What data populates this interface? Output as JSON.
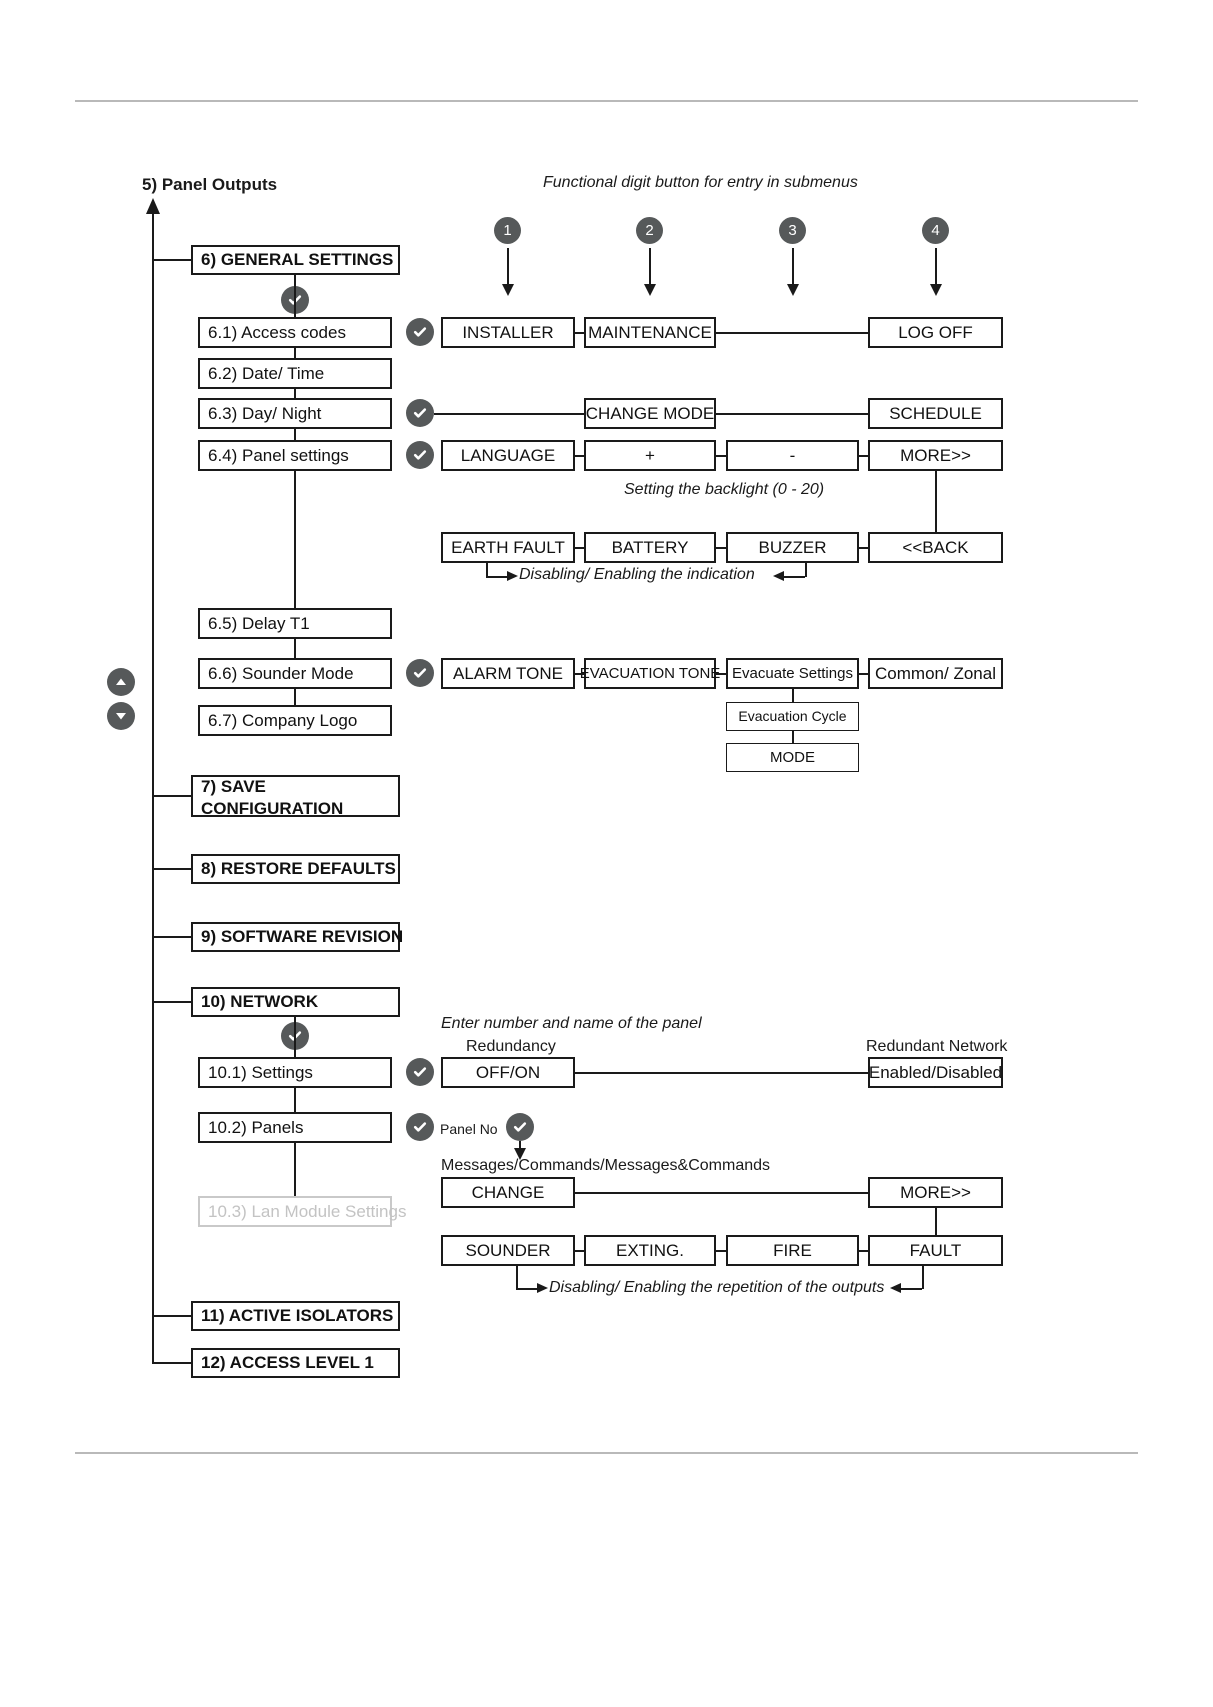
{
  "diagram": {
    "top_note": "5) Panel Outputs",
    "functional_note": "Functional digit button for entry in submenus",
    "digit_buttons": [
      "1",
      "2",
      "3",
      "4"
    ],
    "main_menu": [
      {
        "id": "m6",
        "label": "6) GENERAL SETTINGS"
      },
      {
        "id": "m7",
        "label": "7) SAVE\nCONFIGURATION",
        "line1": "7) SAVE",
        "line2": "CONFIGURATION"
      },
      {
        "id": "m8",
        "label": "8) RESTORE DEFAULTS"
      },
      {
        "id": "m9",
        "label": "9) SOFTWARE REVISION"
      },
      {
        "id": "m10",
        "label": "10) NETWORK"
      },
      {
        "id": "m11",
        "label": "11) ACTIVE ISOLATORS"
      },
      {
        "id": "m12",
        "label": "12) ACCESS LEVEL 1"
      }
    ],
    "general_settings_sub": [
      {
        "id": "s61",
        "label": "6.1) Access codes"
      },
      {
        "id": "s62",
        "label": "6.2) Date/ Time"
      },
      {
        "id": "s63",
        "label": "6.3) Day/ Night"
      },
      {
        "id": "s64",
        "label": "6.4) Panel settings"
      },
      {
        "id": "s65",
        "label": "6.5) Delay T1"
      },
      {
        "id": "s66",
        "label": "6.6) Sounder Mode"
      },
      {
        "id": "s67",
        "label": "6.7) Company Logo"
      }
    ],
    "network_sub": [
      {
        "id": "n101",
        "label": "10.1) Settings",
        "dim": false
      },
      {
        "id": "n102",
        "label": "10.2) Panels",
        "dim": false
      },
      {
        "id": "n103",
        "label": "10.3) Lan Module Settings",
        "dim": true
      }
    ],
    "row_access_codes": [
      "INSTALLER",
      "MAINTENANCE",
      "LOG OFF"
    ],
    "row_day_night": [
      "CHANGE MODE",
      "SCHEDULE"
    ],
    "row_panel_settings": [
      "LANGUAGE",
      "+",
      "-",
      "MORE>>"
    ],
    "backlight_note": "Setting the backlight (0 - 20)",
    "row_panel_settings2": [
      "EARTH FAULT",
      "BATTERY",
      "BUZZER",
      "<<BACK"
    ],
    "indication_note": "Disabling/ Enabling the indication",
    "row_sounder": [
      "ALARM TONE",
      "EVACUATION TONE",
      "Evacuate Settings",
      "Common/ Zonal"
    ],
    "evacuate_children": [
      "Evacuation Cycle",
      "MODE"
    ],
    "network_notes": {
      "enter_panel": "Enter number and name of the panel",
      "redundancy": "Redundancy",
      "redundant_network": "Redundant Network",
      "panel_no": "Panel No",
      "messages_commands": "Messages/Commands/Messages&Commands",
      "repetition": "Disabling/ Enabling the repetition of the outputs"
    },
    "row_settings": [
      "OFF/ON",
      "Enabled/Disabled"
    ],
    "row_panels_change": [
      "CHANGE",
      "MORE>>"
    ],
    "row_outputs": [
      "SOUNDER",
      "EXTING.",
      "FIRE",
      "FAULT"
    ],
    "nav": {
      "up": "up-arrow",
      "down": "down-arrow"
    },
    "colors": {
      "ink": "#1a1a1a",
      "circle": "#56595a",
      "dim": "#c3c3c3",
      "rule": "#b9b9b9"
    }
  }
}
